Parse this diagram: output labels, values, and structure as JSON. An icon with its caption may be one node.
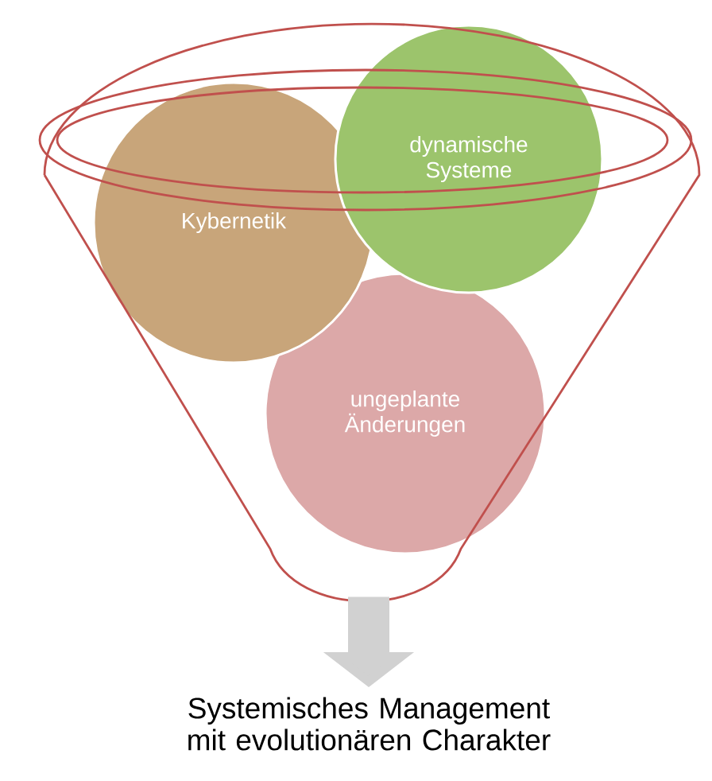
{
  "diagram": {
    "nodes": [
      {
        "text": [],
        "shape": "funnel"
      },
      {
        "text": [
          "Kybernetik"
        ],
        "in": 0
      },
      {
        "text": [
          "dynamische Systeme"
        ],
        "in": 0
      },
      {
        "text": [
          "ungeplante Änderungen"
        ],
        "in": 0
      },
      {
        "text": [
          "Systemisches Management mit evolutionären Charakter"
        ]
      }
    ],
    "edges": [
      {
        "from": 0,
        "to": 4,
        "arrow": "to"
      }
    ]
  }
}
